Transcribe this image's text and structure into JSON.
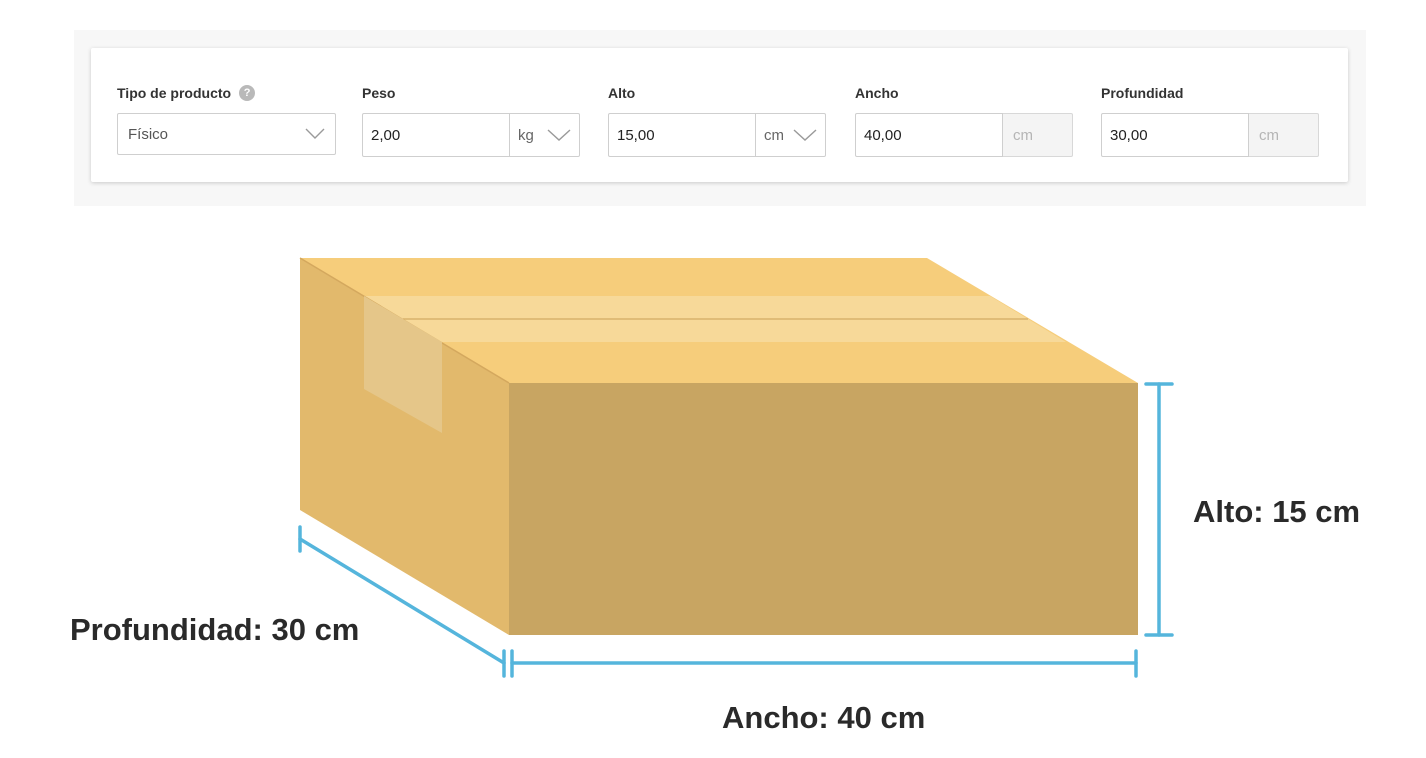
{
  "form": {
    "product_type": {
      "label": "Tipo de producto",
      "help": "?",
      "value": "Físico"
    },
    "weight": {
      "label": "Peso",
      "value": "2,00",
      "unit": "kg"
    },
    "height": {
      "label": "Alto",
      "value": "15,00",
      "unit": "cm"
    },
    "width": {
      "label": "Ancho",
      "value": "40,00",
      "unit": "cm"
    },
    "depth": {
      "label": "Profundidad",
      "value": "30,00",
      "unit": "cm"
    }
  },
  "illustration": {
    "height_label": "Alto: 15 cm",
    "width_label": "Ancho: 40 cm",
    "depth_label": "Profundidad: 30 cm",
    "colors": {
      "box_top": "#f6cd7b",
      "box_front": "#c8a562",
      "box_side": "#e2b96c",
      "tape": "#f7d999",
      "dimension_line": "#55b5dc"
    }
  }
}
